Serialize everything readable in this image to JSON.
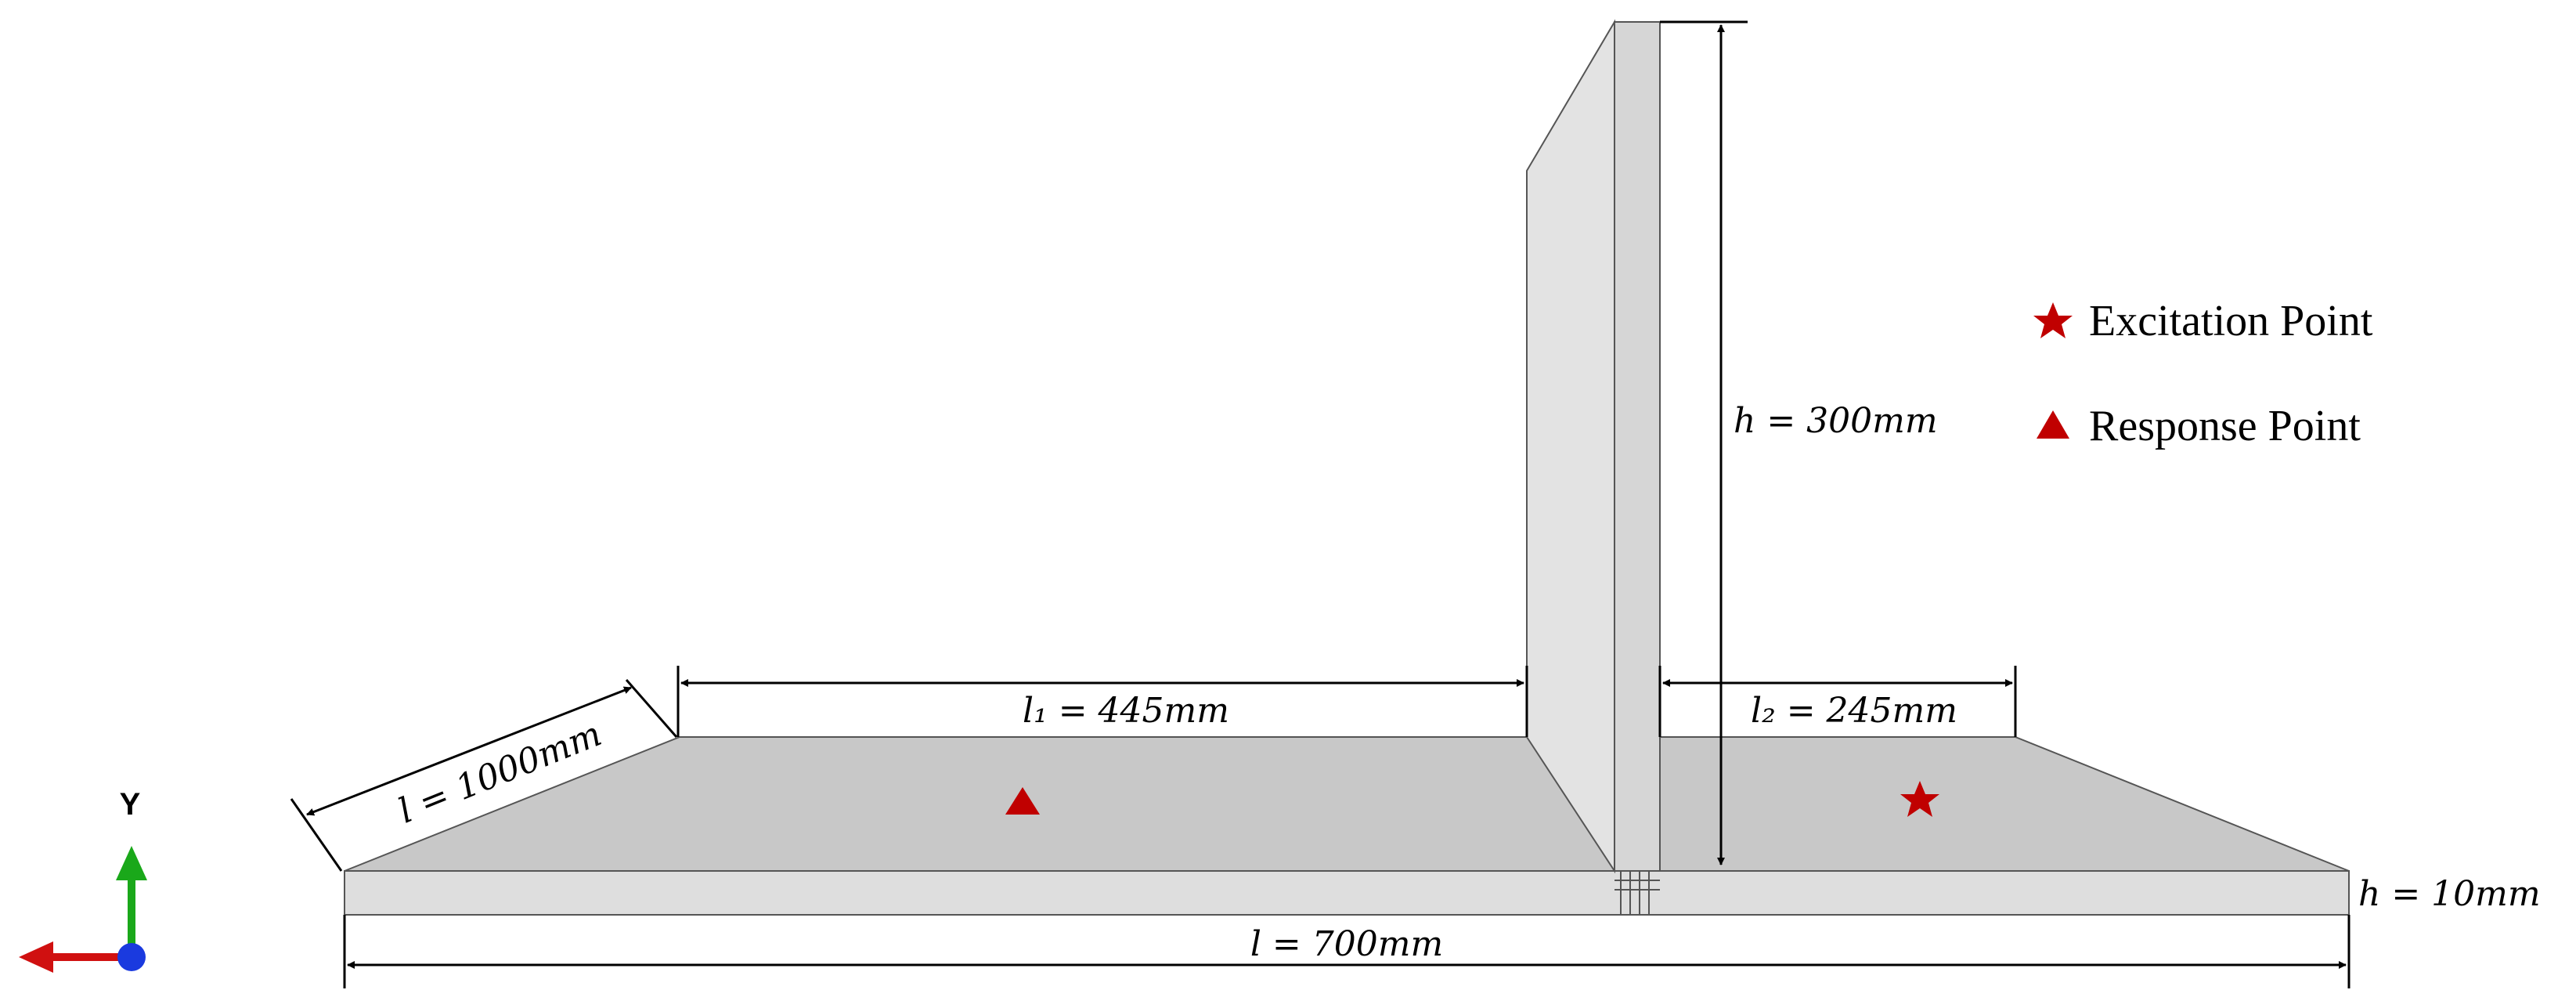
{
  "dimensions": {
    "width_label": "l = 1000mm",
    "length_label": "l = 700mm",
    "l1_label": "l₁ = 445mm",
    "l2_label": "l₂ = 245mm",
    "stiffener_height_label": "h = 300mm",
    "plate_thickness_label": "h = 10mm"
  },
  "legend": {
    "excitation": "Excitation Point",
    "response": "Response Point"
  },
  "axis": {
    "y_label": "Y"
  },
  "colors": {
    "marker": "#c00000",
    "plate_top": "#c8c8c8",
    "plate_edge": "#dedede",
    "stiffener_side": "#e3e3e3",
    "stiffener_front": "#d6d6d6",
    "axis_y": "#1aa81a",
    "axis_x": "#d01010",
    "axis_z": "#1a3adf"
  },
  "icons": {
    "excitation_marker": "star-icon",
    "response_marker": "triangle-icon"
  }
}
